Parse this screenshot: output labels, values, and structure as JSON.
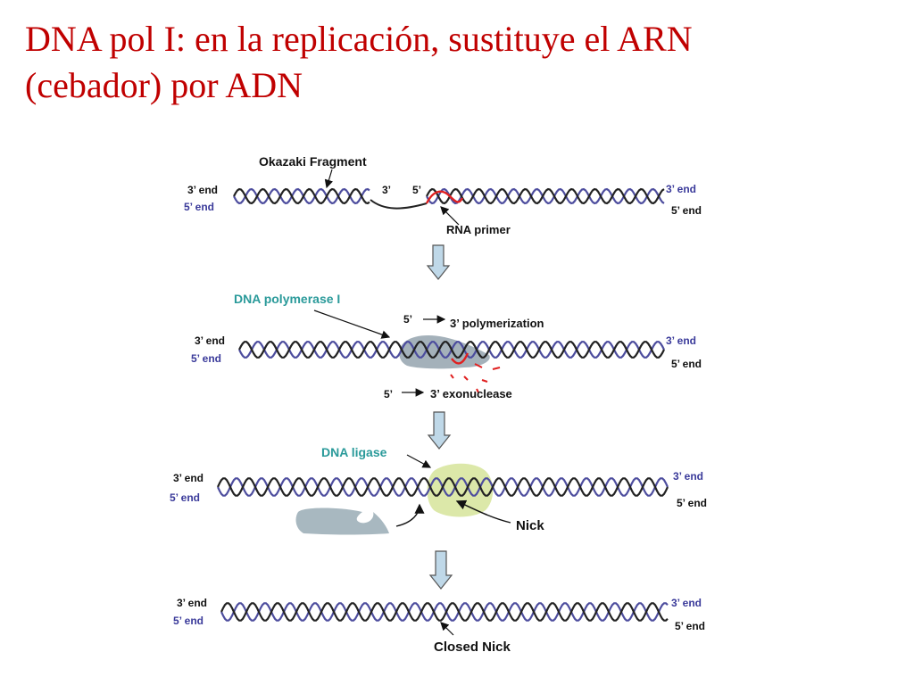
{
  "slide": {
    "title_line1": "DNA pol I: en la replicación, sustituye el ARN",
    "title_line2": "(cebador) por ADN"
  },
  "colors": {
    "title": "#c00000",
    "strand_dark": "#222222",
    "strand_blue": "#4d4d9e",
    "rna_primer": "#e02020",
    "enzyme_label": "#2a9a9a",
    "polymerase_body": "#9aa8b2",
    "ligase_body": "#d8e6a0",
    "arrow_fill": "#bfd8e8"
  },
  "panel1": {
    "okazaki": "Okazaki Fragment",
    "left_top": "3’ end",
    "left_bottom": "5’ end",
    "gap_left": "3’",
    "gap_right": "5’",
    "right_top": "3’ end",
    "right_bottom": "5’ end",
    "rna_primer": "RNA primer"
  },
  "panel2": {
    "enzyme": "DNA polymerase I",
    "polym_from": "5’",
    "polym_to": "3’ polymerization",
    "left_top": "3’ end",
    "left_bottom": "5’ end",
    "right_top": "3’ end",
    "right_bottom": "5’ end",
    "exo_from": "5’",
    "exo_to": "3’ exonuclease"
  },
  "panel3": {
    "enzyme": "DNA ligase",
    "left_top": "3’ end",
    "left_bottom": "5’ end",
    "right_top": "3’ end",
    "right_bottom": "5’ end",
    "nick": "Nick"
  },
  "panel4": {
    "left_top": "3’ end",
    "left_bottom": "5’ end",
    "right_top": "3’ end",
    "right_bottom": "5’ end",
    "closed_nick": "Closed Nick"
  }
}
